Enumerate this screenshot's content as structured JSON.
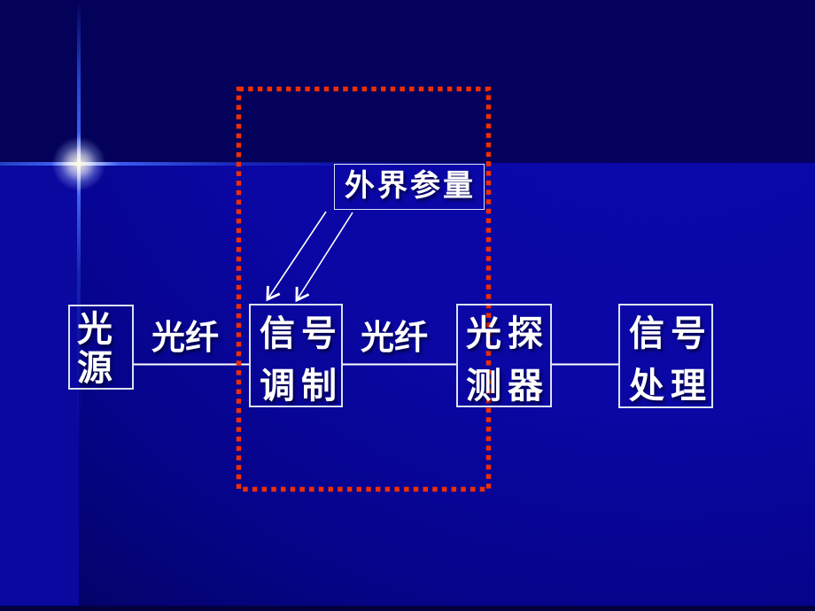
{
  "slide": {
    "boxes": {
      "light_source": {
        "line1": "光",
        "line2": "源"
      },
      "signal_modulation": {
        "line1": "信号",
        "line2": "调制"
      },
      "photodetector": {
        "line1": "光探",
        "line2": "测器"
      },
      "signal_processing": {
        "line1": "信号",
        "line2": "处理"
      },
      "external_parameter": {
        "label": "外界参量"
      }
    },
    "labels": {
      "fiber1": "光纤",
      "fiber2": "光纤"
    },
    "colors": {
      "background_top": "#04015e",
      "background_bottom": "#0a07a5",
      "dotted_frame": "#ee2f04",
      "box_border": "#dde2ef",
      "text": "#ffffff"
    }
  }
}
